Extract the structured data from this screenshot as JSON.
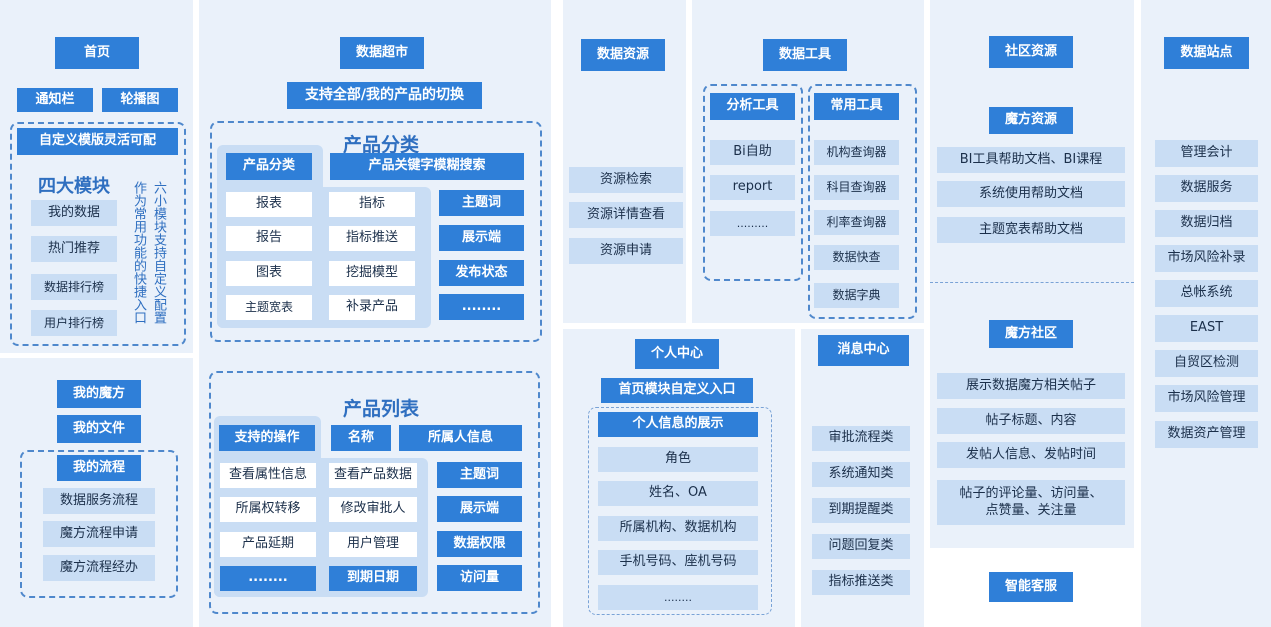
{
  "col_home": {
    "title": "首页",
    "tags": [
      "通知栏",
      "轮播图"
    ],
    "custom_template": "自定义模版灵活可配",
    "four_modules_title": "四大模块",
    "four_modules": [
      "我的数据",
      "热门推荐",
      "数据排行榜",
      "用户排行榜"
    ],
    "vertical_left": "作为常用功能的快捷入口",
    "vertical_right": "六小模块支持自定义配置",
    "my_magic": "我的魔方",
    "my_files": "我的文件",
    "my_process": "我的流程",
    "process_items": [
      "数据服务流程",
      "魔方流程申请",
      "魔方流程经办"
    ]
  },
  "col_market": {
    "title": "数据超市",
    "switch": "支持全部/我的产品的切换",
    "category_title": "产品分类",
    "category_tab": "产品分类",
    "keyword_search": "产品关键字模糊搜索",
    "category_grid": [
      [
        "报表",
        "指标"
      ],
      [
        "报告",
        "指标推送"
      ],
      [
        "图表",
        "挖掘模型"
      ],
      [
        "主题宽表",
        "补录产品"
      ]
    ],
    "category_side": [
      "主题词",
      "展示端",
      "发布状态",
      "........"
    ],
    "list_title": "产品列表",
    "ops_tab": "支持的操作",
    "name_tab": "名称",
    "owner_tab": "所属人信息",
    "ops_grid": [
      [
        "查看属性信息",
        "查看产品数据"
      ],
      [
        "所属权转移",
        "修改审批人"
      ],
      [
        "产品延期",
        "用户管理"
      ]
    ],
    "ops_last": [
      "........",
      "到期日期"
    ],
    "list_side": [
      "主题词",
      "展示端",
      "数据权限",
      "访问量"
    ]
  },
  "col_resource": {
    "title": "数据资源",
    "items": [
      "资源检索",
      "资源详情查看",
      "资源申请"
    ]
  },
  "col_tools": {
    "title": "数据工具",
    "analysis_title": "分析工具",
    "analysis_items": [
      "Bi自助",
      "report",
      "........."
    ],
    "common_title": "常用工具",
    "common_items": [
      "机构查询器",
      "科目查询器",
      "利率查询器",
      "数据快查",
      "数据字典"
    ]
  },
  "col_personal": {
    "title": "个人中心",
    "custom_entry": "首页模块自定义入口",
    "info_title": "个人信息的展示",
    "info_items": [
      "角色",
      "姓名、OA",
      "所属机构、数据机构",
      "手机号码、座机号码",
      "........"
    ]
  },
  "col_message": {
    "title": "消息中心",
    "items": [
      "审批流程类",
      "系统通知类",
      "到期提醒类",
      "问题回复类",
      "指标推送类"
    ]
  },
  "col_community": {
    "title": "社区资源",
    "magic_resource": "魔方资源",
    "resource_items": [
      "BI工具帮助文档、BI课程",
      "系统使用帮助文档",
      "主题宽表帮助文档"
    ],
    "magic_community": "魔方社区",
    "community_items": [
      "展示数据魔方相关帖子",
      "帖子标题、内容",
      "发帖人信息、发帖时间",
      "帖子的评论量、访问量、\n点赞量、关注量"
    ],
    "smart_service": "智能客服"
  },
  "col_site": {
    "title": "数据站点",
    "items": [
      "管理会计",
      "数据服务",
      "数据归档",
      "市场风险补录",
      "总帐系统",
      "EAST",
      "自贸区检测",
      "市场风险管理",
      "数据资产管理"
    ]
  }
}
